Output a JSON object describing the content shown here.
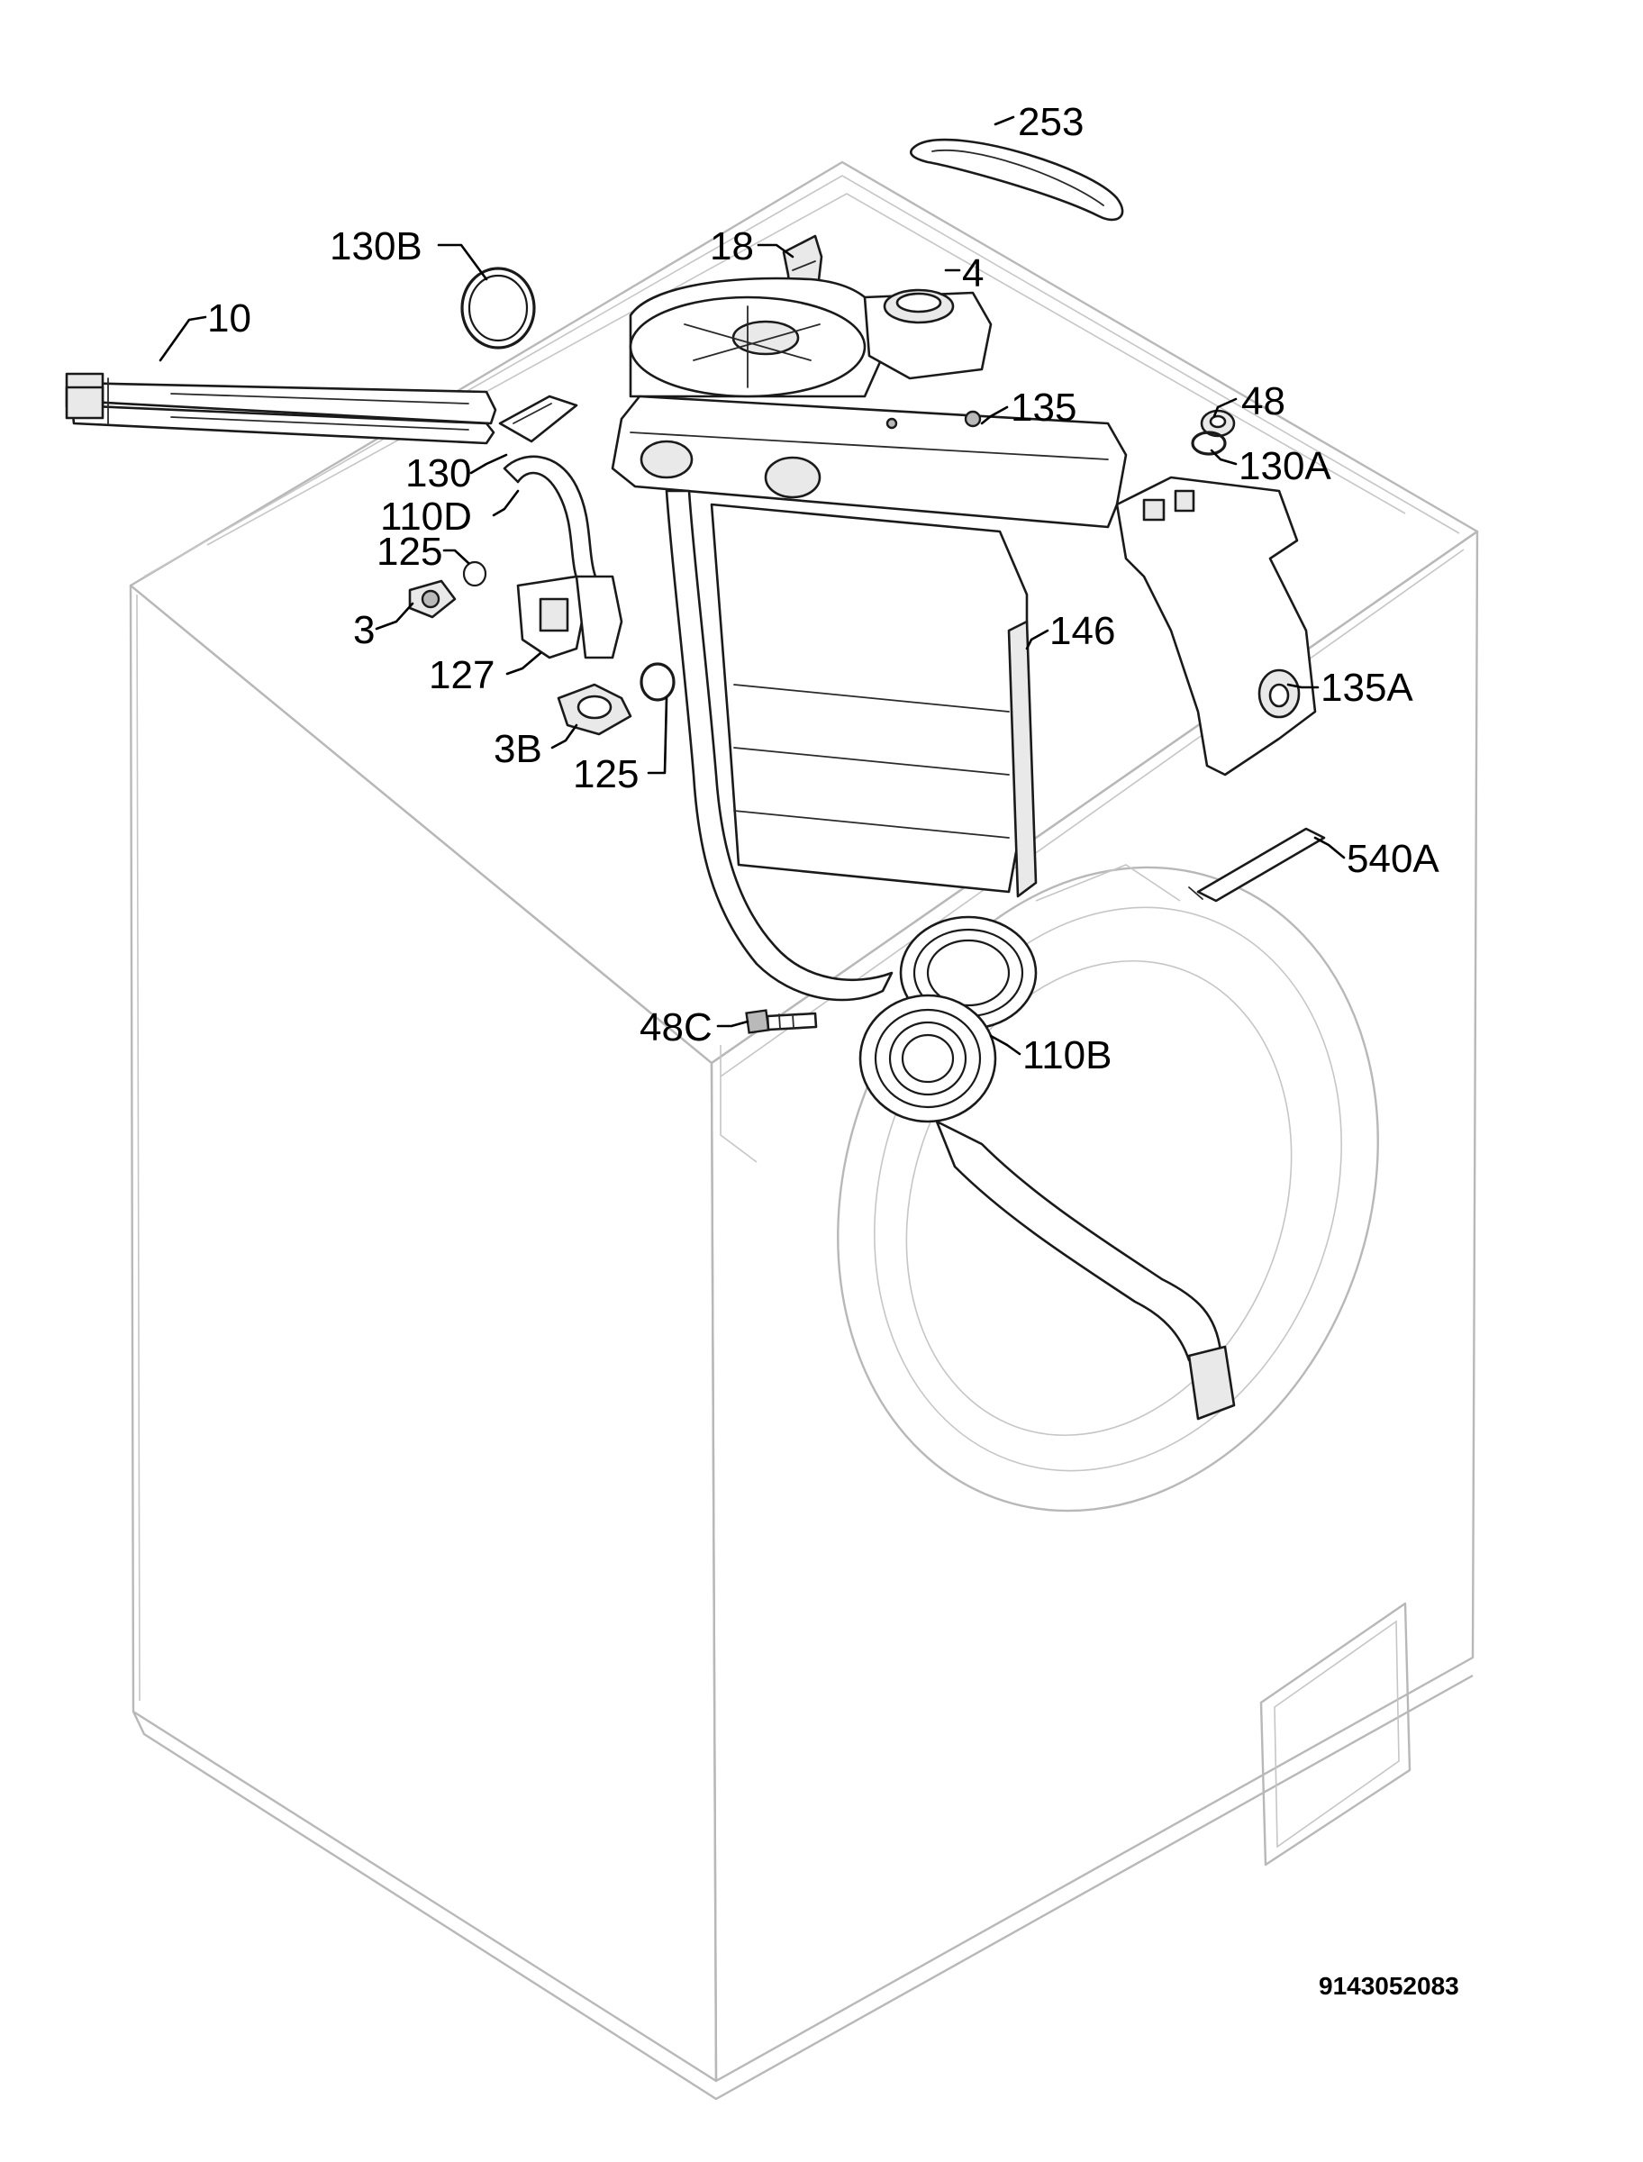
{
  "document_number": "9143052083",
  "callouts": {
    "c253": "253",
    "c130B": "130B",
    "c18": "18",
    "c4": "4",
    "c10": "10",
    "c135": "135",
    "c48": "48",
    "c130": "130",
    "c130A": "130A",
    "c110D": "110D",
    "c125a": "125",
    "c3": "3",
    "c146": "146",
    "c127": "127",
    "c135A": "135A",
    "c3B": "3B",
    "c125b": "125",
    "c540A": "540A",
    "c48C": "48C",
    "c110B": "110B"
  }
}
